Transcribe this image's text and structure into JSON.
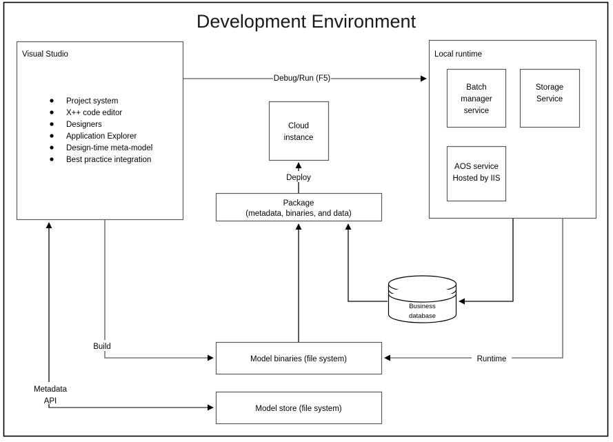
{
  "diagram": {
    "title": "Development Environment",
    "type": "architecture-block-diagram",
    "containers": [
      {
        "id": "visual-studio",
        "label": "Visual Studio",
        "items": [
          "Project system",
          "X++ code editor",
          "Designers",
          "Application Explorer",
          "Design-time meta-model",
          "Best practice integration"
        ]
      },
      {
        "id": "local-runtime",
        "label": "Local runtime",
        "children": [
          {
            "id": "batch-manager-service",
            "label": "Batch manager service",
            "lines": [
              "Batch",
              "manager",
              "service"
            ]
          },
          {
            "id": "storage-service",
            "label": "Storage Service",
            "lines": [
              "Storage",
              "Service"
            ]
          },
          {
            "id": "aos-service",
            "label": "AOS service Hosted by IIS",
            "lines": [
              "AOS service",
              "Hosted by IIS"
            ]
          }
        ]
      }
    ],
    "nodes": [
      {
        "id": "cloud-instance",
        "lines": [
          "Cloud",
          "instance"
        ]
      },
      {
        "id": "package",
        "lines": [
          "Package",
          "(metadata, binaries, and data)"
        ]
      },
      {
        "id": "business-database",
        "lines": [
          "Business",
          "database"
        ],
        "shape": "cylinder"
      },
      {
        "id": "model-binaries",
        "lines": [
          "Model binaries (file system)"
        ]
      },
      {
        "id": "model-store",
        "lines": [
          "Model store (file system)"
        ]
      }
    ],
    "edges": [
      {
        "id": "debug-run",
        "label": "Debug/Run (F5)",
        "from": "visual-studio",
        "to": "local-runtime"
      },
      {
        "id": "deploy",
        "label": "Deploy",
        "from": "package",
        "to": "cloud-instance"
      },
      {
        "id": "build",
        "label": "Build",
        "from": "visual-studio",
        "to": "model-binaries"
      },
      {
        "id": "metadata-api",
        "label": "Metadata API",
        "label_lines": [
          "Metadata",
          "API"
        ],
        "from": "model-store",
        "to": "visual-studio"
      },
      {
        "id": "runtime",
        "label": "Runtime",
        "from": "local-runtime",
        "to": "model-binaries"
      },
      {
        "id": "binaries-to-package",
        "label": "",
        "from": "model-binaries",
        "to": "package"
      },
      {
        "id": "database-to-package",
        "label": "",
        "from": "business-database",
        "to": "package"
      },
      {
        "id": "runtime-to-database",
        "label": "",
        "from": "local-runtime",
        "to": "business-database"
      }
    ],
    "colors": {
      "frame": "#000000",
      "box_border": "#595959",
      "connector": "#595959",
      "text": "#000000",
      "background": "#ffffff"
    }
  }
}
